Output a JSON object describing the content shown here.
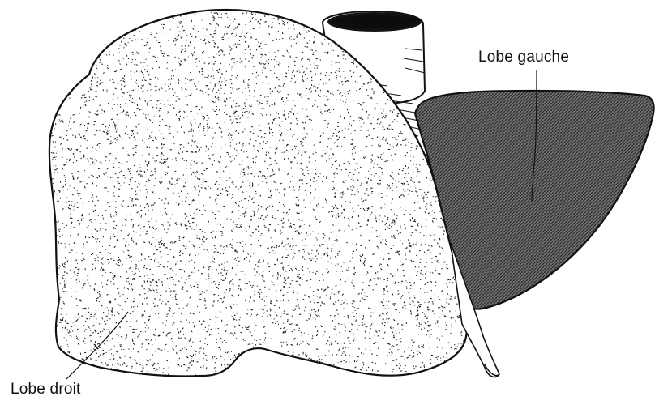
{
  "labels": {
    "left_lobe": "Lobe gauche",
    "right_lobe": "Lobe droit"
  },
  "colors": {
    "background": "#ffffff",
    "outline": "#111111",
    "right_lobe_fill": "#ffffff",
    "right_lobe_stipple": "#1a1a1a",
    "left_lobe_fill": "#6e6e6e",
    "vessel_lumen": "#111111"
  },
  "icons": {
    "right_lobe": "stippled-liver-lobe-shape",
    "left_lobe": "crosshatched-liver-lobe-shape",
    "vessel": "vena-cava-tube-shape"
  }
}
